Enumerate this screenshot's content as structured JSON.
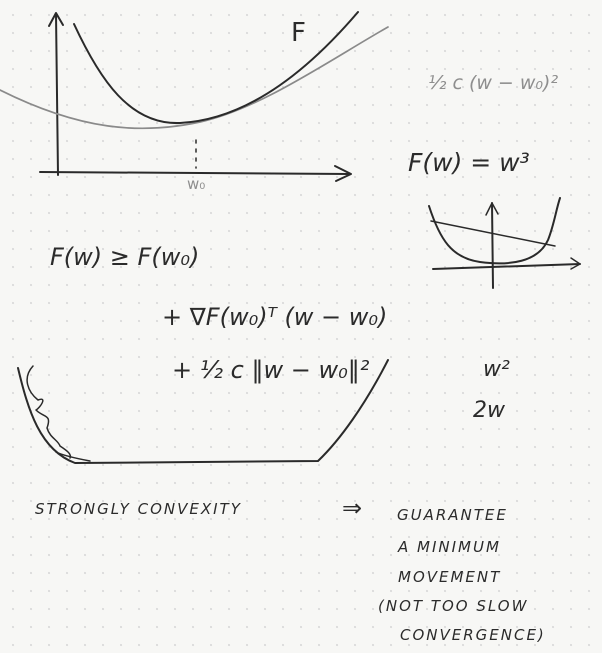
{
  "labels": {
    "curve_label": "F",
    "axis_point": "w₀",
    "quad_term": "½ c (w − w₀)²",
    "cubic_def": "F(w) = w³",
    "ineq_line1": "F(w) ≥ F(w₀)",
    "ineq_line2": "+ ∇F(w₀)ᵀ (w − w₀)",
    "ineq_line3": "+ ½ c ‖w − w₀‖²",
    "square": "w²",
    "derivative": "2w"
  },
  "notes": {
    "strongly": "STRONGLY CONVEXITY",
    "implies": "⇒",
    "line1": "GUARANTEE",
    "line2": "A MINIMUM",
    "line3": "MOVEMENT",
    "line4": "(NOT TOO SLOW",
    "line5": "CONVERGENCE)"
  },
  "colors": {
    "ink": "#2a2a2a",
    "gray_curve": "#8a8a8a",
    "background": "#f7f7f5"
  }
}
